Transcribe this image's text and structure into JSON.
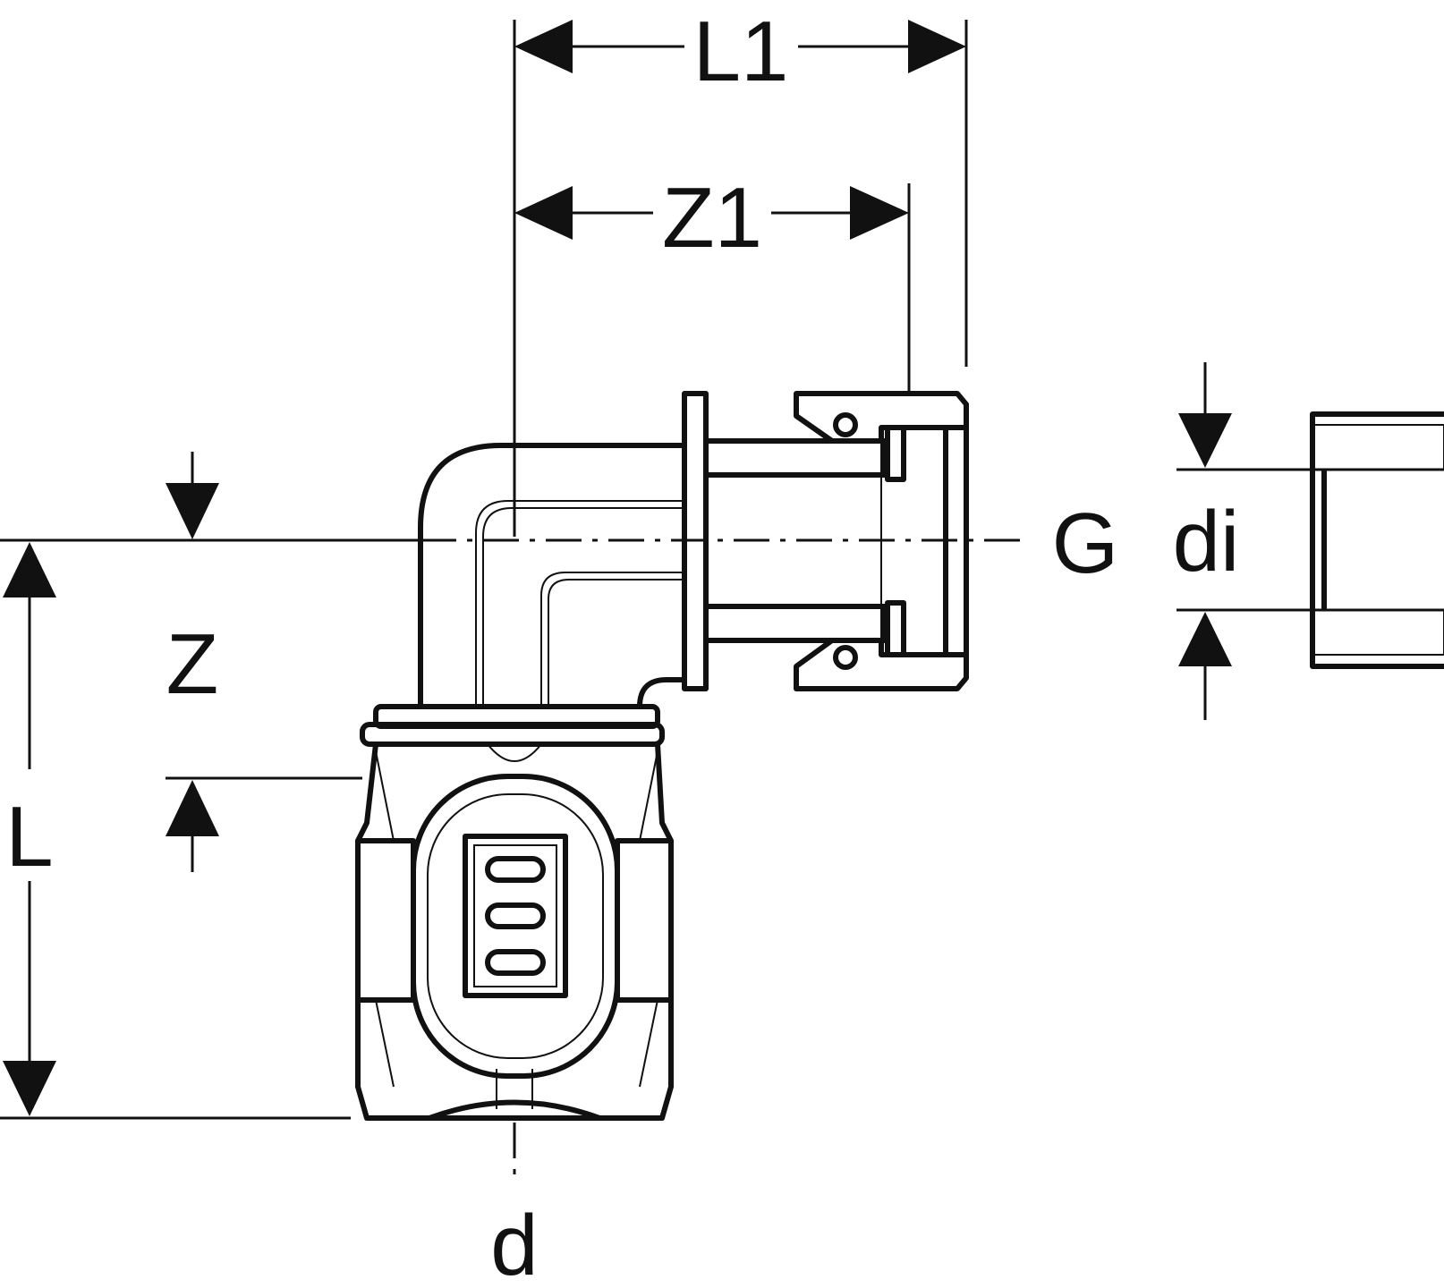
{
  "labels": {
    "L1": "L1",
    "Z1": "Z1",
    "Z": "Z",
    "L": "L",
    "G": "G",
    "di": "di",
    "d": "d"
  },
  "colors": {
    "line": "#111111",
    "background": "#ffffff"
  }
}
